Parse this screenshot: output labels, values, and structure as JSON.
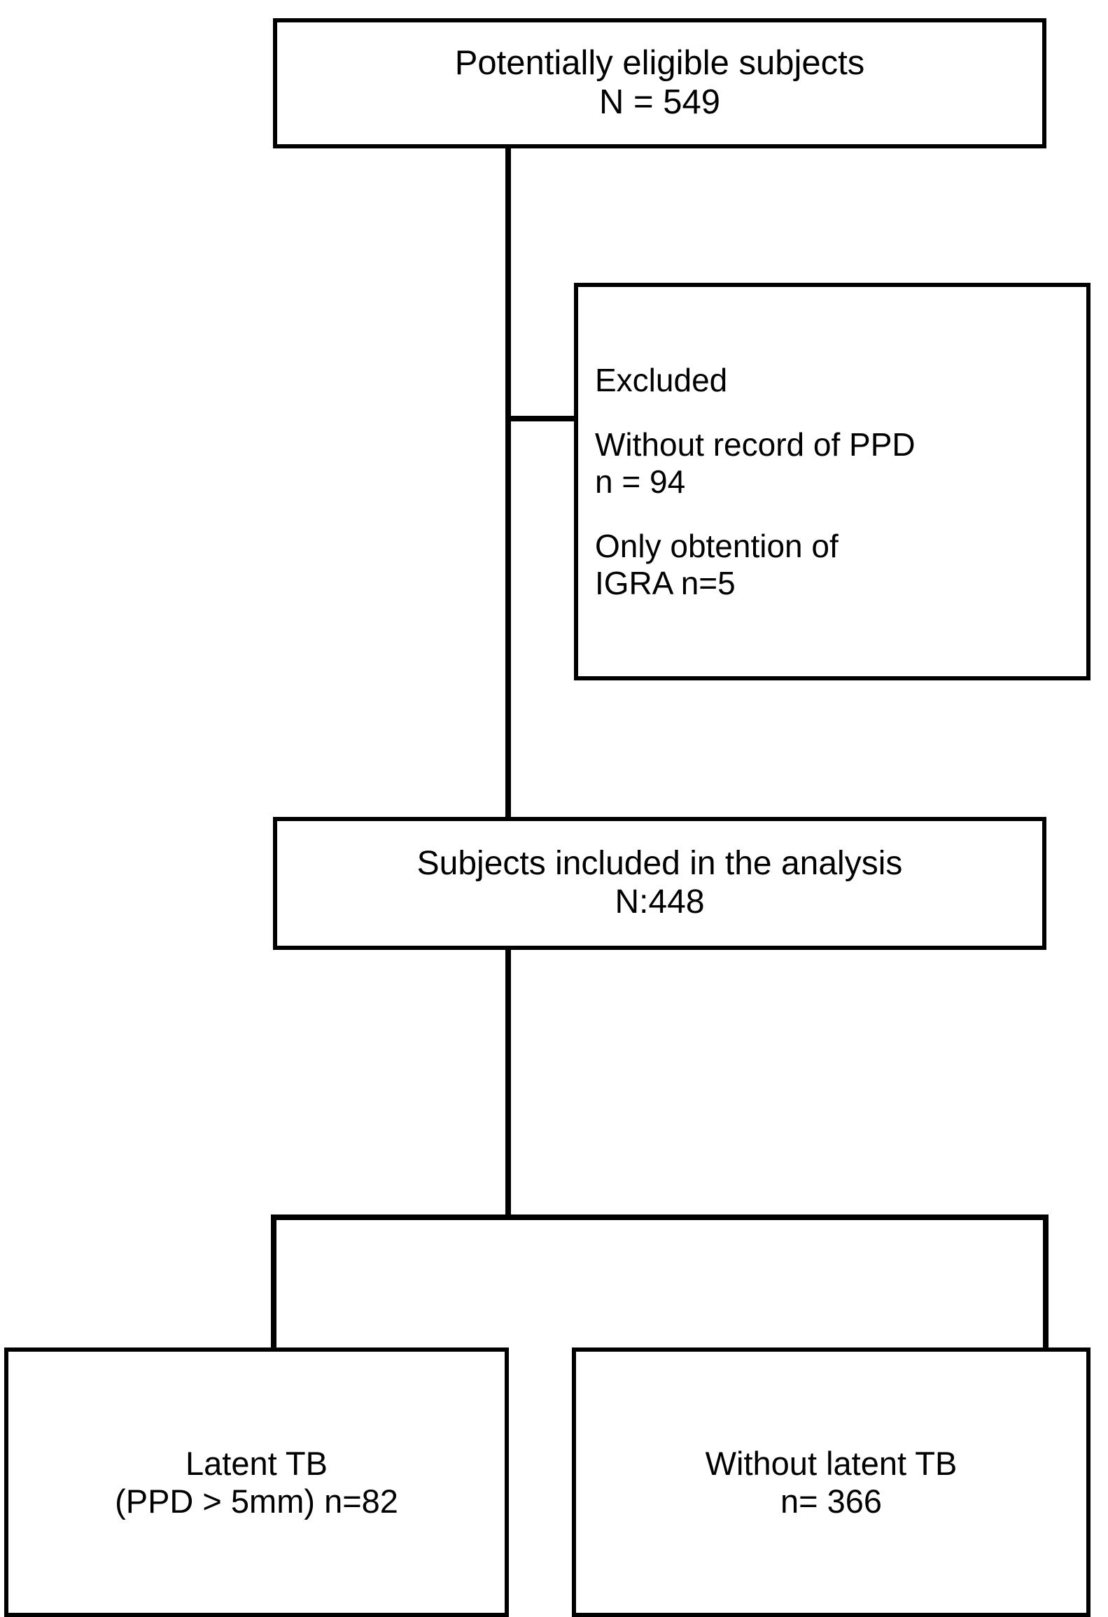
{
  "diagram": {
    "type": "study-flow-chart",
    "orientation": "top-down",
    "background_color": "#ffffff",
    "line_color": "#000000",
    "text_color": "#000000"
  },
  "nodes": {
    "top": {
      "name": "potentially-eligible-subjects",
      "line1": "Potentially eligible subjects",
      "line2": "N = 549",
      "count": 549
    },
    "excluded": {
      "name": "excluded",
      "heading": "Excluded",
      "reason1_line1": "Without record of PPD",
      "reason1_line2": "n = 94",
      "reason1_count": 94,
      "reason2_line1": "Only obtention of",
      "reason2_line2": "IGRA n=5",
      "reason2_count": 5
    },
    "included": {
      "name": "subjects-included-in-the-analysis",
      "line1": "Subjects included in the analysis",
      "line2": "N:448",
      "count": 448
    },
    "latent": {
      "name": "latent-tb",
      "line1": "Latent TB",
      "line2": "(PPD > 5mm) n=82",
      "count": 82
    },
    "no_latent": {
      "name": "without-latent-tb",
      "line1": "Without latent TB",
      "line2": "n= 366",
      "count": 366
    }
  },
  "chart_data": {
    "type": "table",
    "title": "Study enrolment flow",
    "categories": [
      "Potentially eligible subjects",
      "Without record of PPD (excluded)",
      "Only obtention of IGRA (excluded)",
      "Subjects included in the analysis",
      "Latent TB (PPD > 5mm)",
      "Without latent TB"
    ],
    "values": [
      549,
      94,
      5,
      448,
      82,
      366
    ]
  }
}
